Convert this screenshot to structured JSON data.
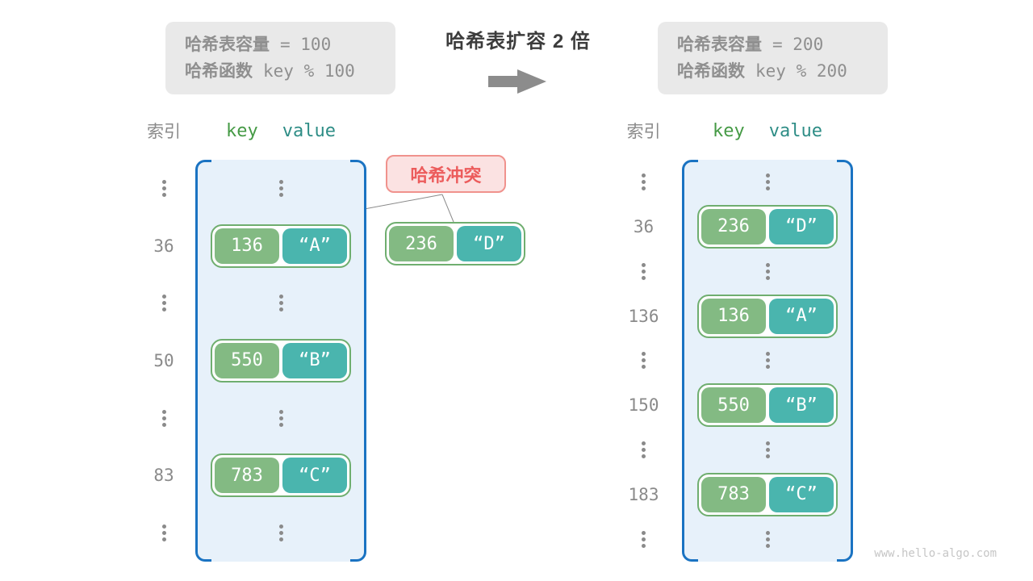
{
  "header": {
    "left_box": {
      "capacity_label": "哈希表容量",
      "capacity_value": "= 100",
      "function_label": "哈希函数",
      "function_value": "key % 100"
    },
    "title": "哈希表扩容 2 倍",
    "right_box": {
      "capacity_label": "哈希表容量",
      "capacity_value": "= 200",
      "function_label": "哈希函数",
      "function_value": "key % 200"
    }
  },
  "collision": {
    "label": "哈希冲突",
    "pair": {
      "key": "236",
      "value": "“D”"
    }
  },
  "tables": {
    "left": {
      "index_header": "索引",
      "key_header": "key",
      "value_header": "value",
      "rows": [
        {
          "type": "dots"
        },
        {
          "type": "pair",
          "index": "36",
          "key": "136",
          "value": "“A”"
        },
        {
          "type": "dots"
        },
        {
          "type": "pair",
          "index": "50",
          "key": "550",
          "value": "“B”"
        },
        {
          "type": "dots"
        },
        {
          "type": "pair",
          "index": "83",
          "key": "783",
          "value": "“C”"
        },
        {
          "type": "dots"
        }
      ]
    },
    "right": {
      "index_header": "索引",
      "key_header": "key",
      "value_header": "value",
      "rows": [
        {
          "type": "dots"
        },
        {
          "type": "pair",
          "index": "36",
          "key": "236",
          "value": "“D”"
        },
        {
          "type": "dots"
        },
        {
          "type": "pair",
          "index": "136",
          "key": "136",
          "value": "“A”"
        },
        {
          "type": "dots"
        },
        {
          "type": "pair",
          "index": "150",
          "key": "550",
          "value": "“B”"
        },
        {
          "type": "dots"
        },
        {
          "type": "pair",
          "index": "183",
          "key": "783",
          "value": "“C”"
        },
        {
          "type": "dots"
        }
      ]
    }
  },
  "watermark": "www.hello-algo.com",
  "colors": {
    "bucket_fill": "#e7f1fa",
    "bucket_border": "#1a73c2",
    "key_green": "#83ba83",
    "value_teal": "#4ab5ae",
    "pair_border": "#6fae6f",
    "key_header_green": "#459a45",
    "value_header_teal": "#2e8d86",
    "collision_text": "#ec5c5c",
    "collision_bg": "#fbe2e2",
    "collision_border": "#f0928d",
    "config_box_bg": "#e9e9e9",
    "config_text_gray": "#8f8f8f",
    "title_dark": "#3c3c3c",
    "arrow_gray": "#8c8c8c",
    "index_gray": "#8a8a8a",
    "watermark_gray": "#c6c6c6"
  }
}
